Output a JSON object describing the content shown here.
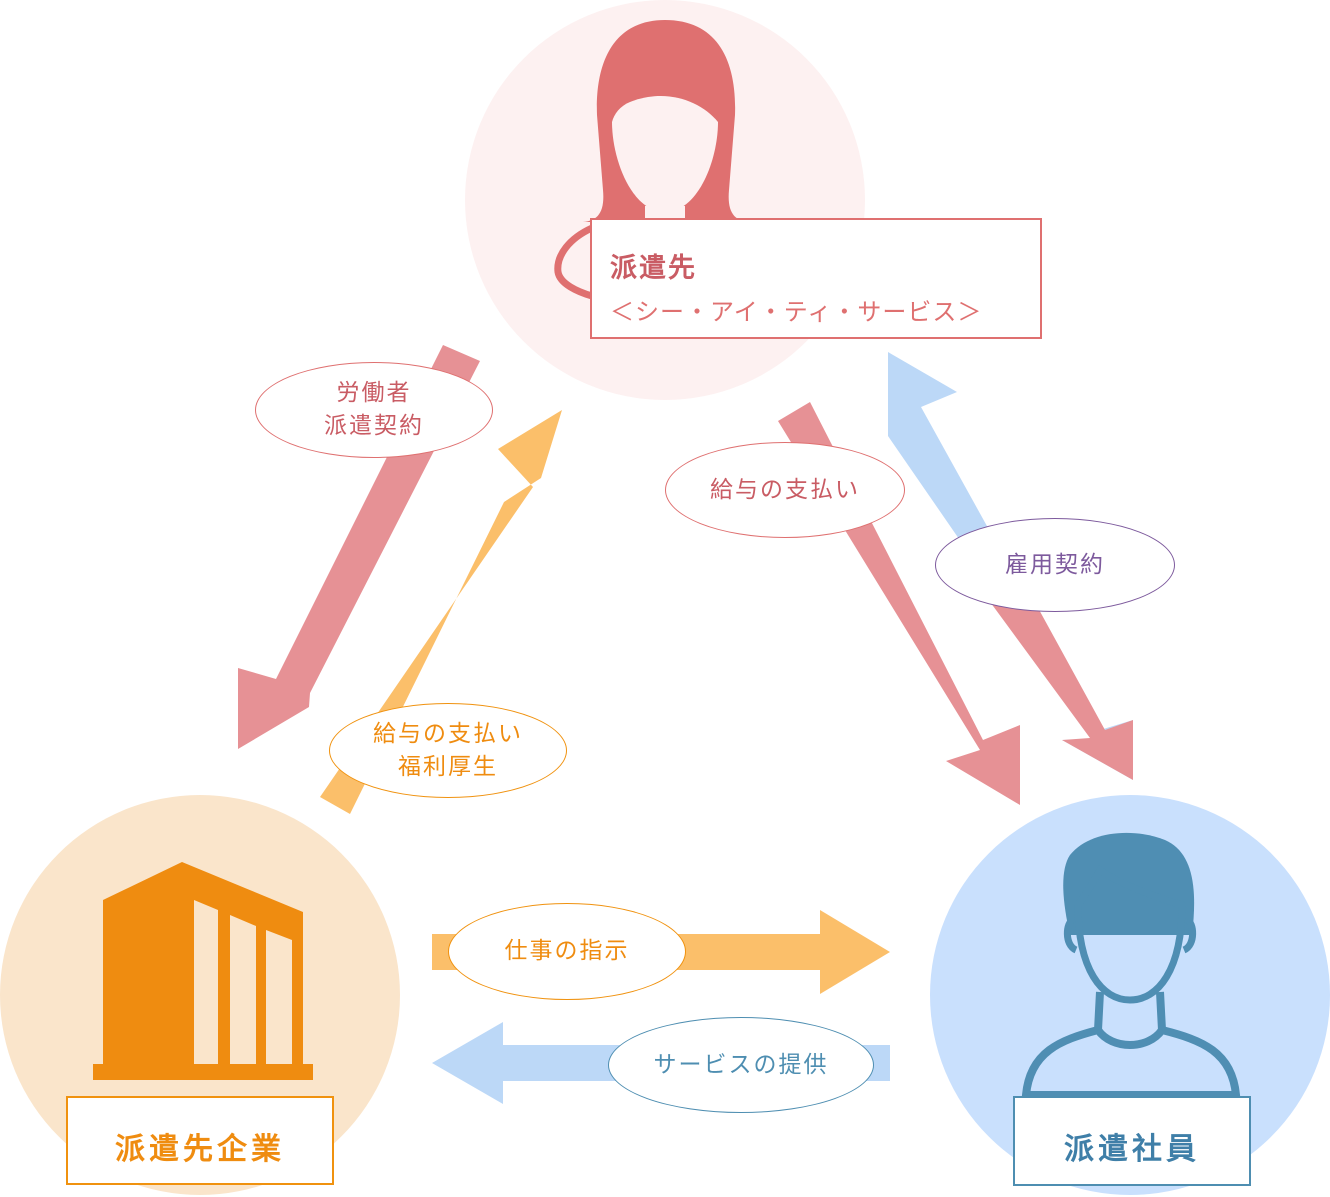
{
  "nodes": {
    "dispatch_destination": {
      "title": "派遣先",
      "subtitle": "＜シー・アイ・ティ・サービス＞"
    },
    "dispatch_company": {
      "title": "派遣先企業"
    },
    "dispatched_employee": {
      "title": "派遣社員"
    }
  },
  "relations": {
    "worker_dispatch_contract": {
      "line1": "労働者",
      "line2": "派遣契約"
    },
    "salary_welfare": {
      "line1": "給与の支払い",
      "line2": "福利厚生"
    },
    "salary_payment": "給与の支払い",
    "employment_contract": "雇用契約",
    "work_instruction": "仕事の指示",
    "service_provision": "サービスの提供"
  },
  "colors": {
    "pink_circle": "#fdf1f1",
    "pink_person": "#df7070",
    "pink_arrow": "#e69195",
    "orange_circle": "#fae5cb",
    "orange_building": "#ef8c10",
    "orange_arrow": "#fbbf6a",
    "blue_circle": "#c9e0fd",
    "blue_person": "#4f8eb3",
    "blue_arrow": "#bcd8f7",
    "purple_text": "#7d5a9d"
  },
  "icons": [
    "female-person-icon",
    "building-icon",
    "male-person-icon"
  ]
}
